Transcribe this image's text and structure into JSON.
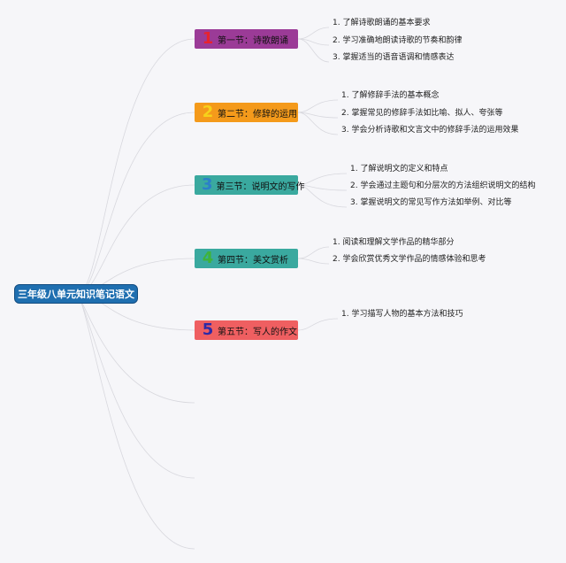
{
  "root": {
    "title": "三年级八单元知识笔记语文"
  },
  "sections": [
    {
      "num": "1",
      "title": "第一节：诗歌朗诵",
      "bg": "#9b3b97",
      "num_color": "#e8232e",
      "items": [
        "1. 了解诗歌朗诵的基本要求",
        "2. 学习准确地朗读诗歌的节奏和韵律",
        "3. 掌握适当的语音语调和情感表达"
      ]
    },
    {
      "num": "2",
      "title": "第二节：修辞的运用",
      "bg": "#f49a1b",
      "num_color": "#f6d21a",
      "items": [
        "1. 了解修辞手法的基本概念",
        "2. 掌握常见的修辞手法如比喻、拟人、夸张等",
        "3. 学会分析诗歌和文言文中的修辞手法的运用效果"
      ]
    },
    {
      "num": "3",
      "title": "第三节：说明文的写作",
      "bg": "#3aa99f",
      "num_color": "#2b7fc9",
      "items": [
        "1. 了解说明文的定义和特点",
        "2. 学会通过主题句和分层次的方法组织说明文的结构",
        "3. 掌握说明文的常见写作方法如举例、对比等"
      ]
    },
    {
      "num": "4",
      "title": "第四节：美文赏析",
      "bg": "#3aa99f",
      "num_color": "#3fb33a",
      "items": [
        "1. 阅读和理解文学作品的精华部分",
        "2. 学会欣赏优秀文学作品的情感体验和思考"
      ]
    },
    {
      "num": "5",
      "title": "第五节：写人的作文",
      "bg": "#ef5f61",
      "num_color": "#2e2aa6",
      "items": [
        "1. 学习描写人物的基本方法和技巧"
      ]
    }
  ]
}
